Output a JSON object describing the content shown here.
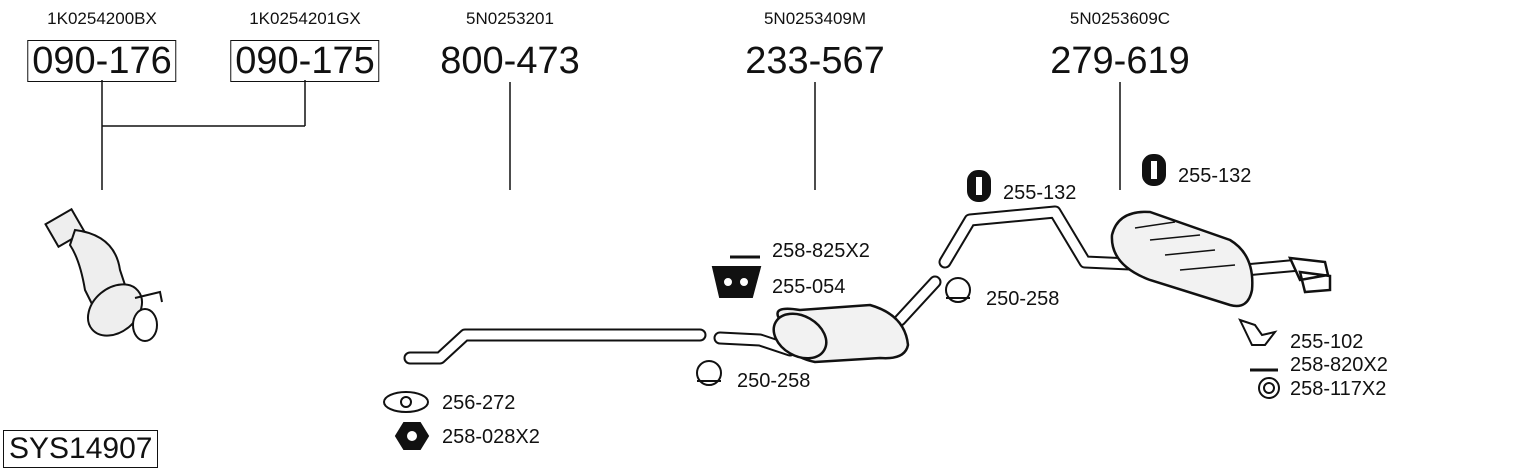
{
  "system_id": "SYS14907",
  "groups": [
    {
      "oem": "1K0254200BX",
      "part": "090-176",
      "boxed": true
    },
    {
      "oem": "1K0254201GX",
      "part": "090-175",
      "boxed": true
    },
    {
      "oem": "5N0253201",
      "part": "800-473",
      "boxed": false
    },
    {
      "oem": "5N0253409M",
      "part": "233-567",
      "boxed": false
    },
    {
      "oem": "5N0253609C",
      "part": "279-619",
      "boxed": false
    }
  ],
  "accessories": [
    {
      "code": "255-132",
      "icon": "rubber-hanger-icon"
    },
    {
      "code": "255-132",
      "icon": "rubber-hanger-icon"
    },
    {
      "code": "258-825X2",
      "icon": "bolt-icon"
    },
    {
      "code": "255-054",
      "icon": "mount-bracket-icon"
    },
    {
      "code": "250-258",
      "icon": "clamp-icon"
    },
    {
      "code": "250-258",
      "icon": "clamp-icon"
    },
    {
      "code": "256-272",
      "icon": "gasket-icon"
    },
    {
      "code": "258-028X2",
      "icon": "nut-icon"
    },
    {
      "code": "255-102",
      "icon": "bracket-icon"
    },
    {
      "code": "258-820X2",
      "icon": "bolt-icon"
    },
    {
      "code": "258-117X2",
      "icon": "washer-icon"
    }
  ]
}
